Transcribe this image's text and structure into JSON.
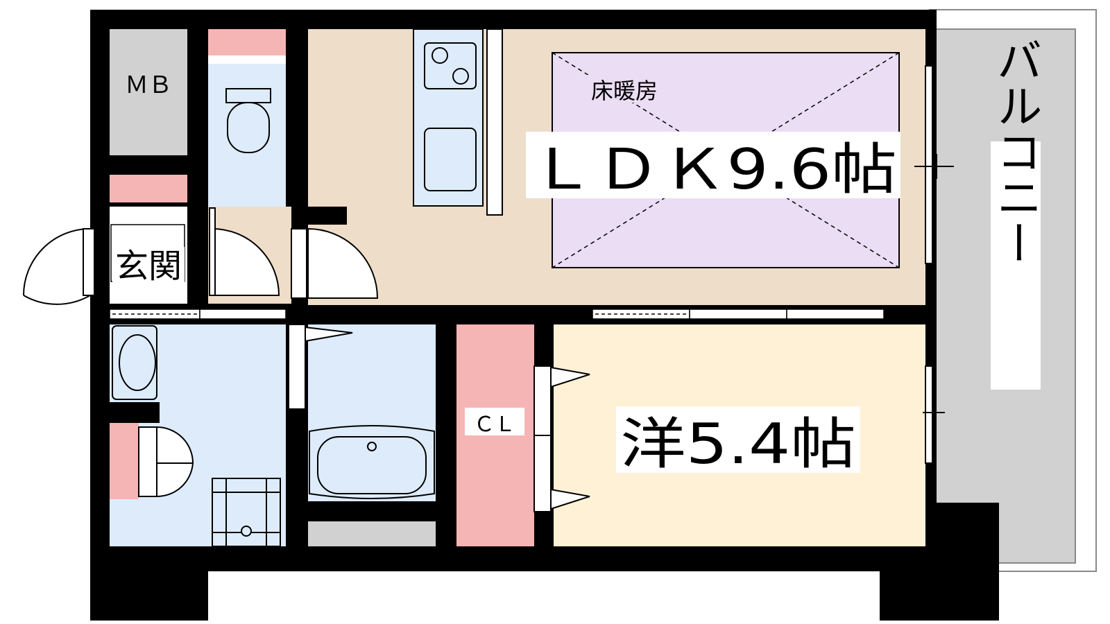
{
  "plan": {
    "rooms": {
      "ldk": {
        "label": "ＬＤＫ9.6帖",
        "floor_heating": "床暖房",
        "color": "#EEDDC8"
      },
      "western": {
        "label": "洋5.4帖",
        "color": "#FFF1D6"
      },
      "closet": {
        "label": "ＣＬ",
        "color": "#F6B5B5"
      },
      "entrance": {
        "label": "玄関"
      },
      "meter_box": {
        "label": "ＭＢ",
        "color": "#D1D1D1"
      },
      "balcony": {
        "label": "バルコニー",
        "color": "#D1D1D1"
      }
    },
    "colors": {
      "wet_area": "#DDEBFA",
      "floor_heating_zone": "#EBDDF4",
      "wall": "#000000",
      "storage_pink": "#F6B5B5"
    }
  }
}
